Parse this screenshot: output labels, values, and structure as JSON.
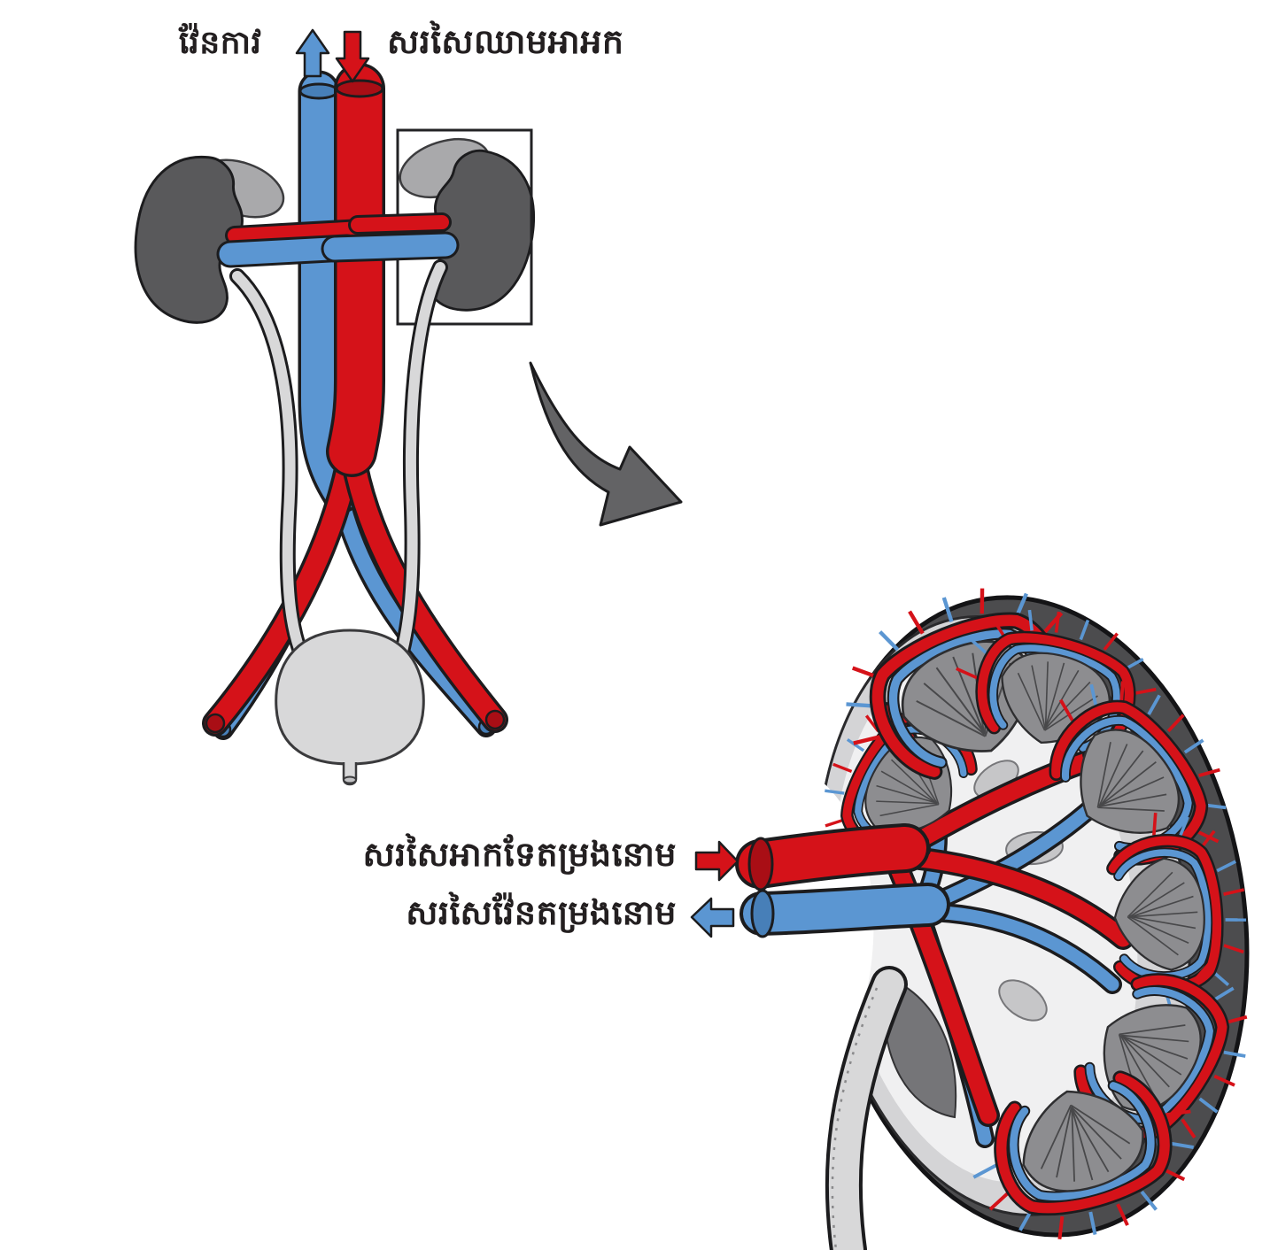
{
  "figure": {
    "overview": {
      "vena_cava_label": "វ៉ែនកាវ",
      "aorta_label": "សរសៃឈាមអាអក"
    },
    "closeup": {
      "renal_artery_label": "សរសៃអាកទែតម្រងនោម",
      "renal_vein_label": "សរសៃវ៉ែនតម្រងនោម"
    }
  },
  "icons": {
    "vena_cava_flow": "arrow-up-blue",
    "aorta_flow": "arrow-down-red",
    "renal_artery_flow": "arrow-right-red",
    "renal_vein_flow": "arrow-left-blue",
    "zoom_indicator": "curved-arrow-down-right",
    "focus_region": "rectangle-outline"
  },
  "colors": {
    "artery_red": "#d51219",
    "artery_dark": "#a90e15",
    "vein_blue": "#5b96d2",
    "vein_dark": "#477fb8",
    "kidney_dark": "#59595b",
    "capsule_dark": "#4c4c4e",
    "cortex_gray": "#d4d4d6",
    "sinus_gray": "#f0f0f1",
    "pyramid_gray": "#8d8d90",
    "adrenal_gray": "#a9a9ab",
    "duct_gray": "#d8d8d9",
    "arrow_gray": "#636365",
    "outline": "#1c1c1e",
    "text": "#231f20"
  }
}
